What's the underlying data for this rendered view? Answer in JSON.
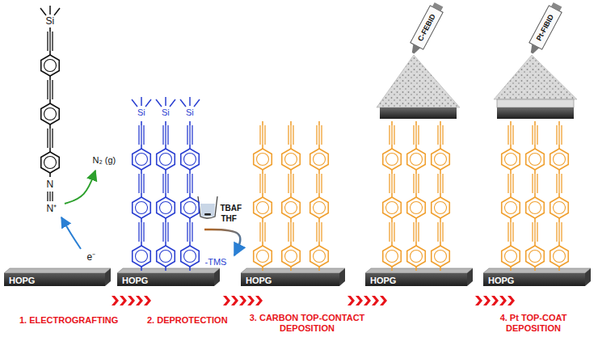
{
  "diagram": {
    "nodes": [
      {
        "text": [
          "HOPG"
        ]
      },
      {
        "text": [
          "HOPG"
        ]
      },
      {
        "text": [
          "HOPG"
        ]
      },
      {
        "text": [
          "HOPG"
        ]
      },
      {
        "text": [
          "HOPG"
        ]
      }
    ],
    "labels": [
      "Si",
      "N",
      "N⁺",
      "N₂ (g)",
      "e⁻",
      "Si",
      "Si",
      "Si",
      "TBAF",
      "THF",
      "-TMS",
      "C-FEBID",
      "Pt-FIBID",
      "1. ELECTROGRAFTING",
      "2. DEPROTECTION",
      "3. CARBON TOP-CONTACT DEPOSITION",
      "4. Pt TOP-COAT DEPOSITION"
    ]
  }
}
